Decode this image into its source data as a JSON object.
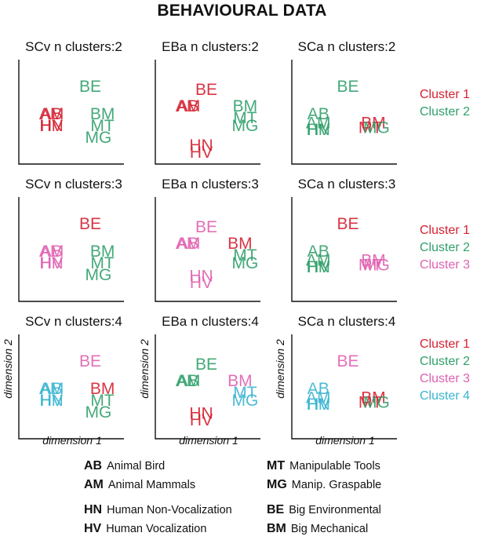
{
  "title": "BEHAVIOURAL DATA",
  "axes": {
    "xlabel": "dimension 1",
    "ylabel": "dimension 2"
  },
  "colors": {
    "red": "#d42030",
    "green": "#30a06a",
    "pink": "#e060b0",
    "cyan": "#38b4d0"
  },
  "legends": [
    {
      "items": [
        {
          "label": "Cluster 1",
          "color": "#d42030"
        },
        {
          "label": "Cluster 2",
          "color": "#30a06a"
        }
      ]
    },
    {
      "items": [
        {
          "label": "Cluster 1",
          "color": "#d42030"
        },
        {
          "label": "Cluster 2",
          "color": "#30a06a"
        },
        {
          "label": "Cluster 3",
          "color": "#e060b0"
        }
      ]
    },
    {
      "items": [
        {
          "label": "Cluster 1",
          "color": "#d42030"
        },
        {
          "label": "Cluster 2",
          "color": "#30a06a"
        },
        {
          "label": "Cluster 3",
          "color": "#e060b0"
        },
        {
          "label": "Cluster 4",
          "color": "#38b4d0"
        }
      ]
    }
  ],
  "key": {
    "left": [
      {
        "code": "AB",
        "name": "Animal Bird"
      },
      {
        "code": "AM",
        "name": "Animal Mammals"
      },
      {
        "code": "HN",
        "name": "Human Non-Vocalization"
      },
      {
        "code": "HV",
        "name": "Human Vocalization"
      }
    ],
    "right": [
      {
        "code": "MT",
        "name": "Manipulable Tools"
      },
      {
        "code": "MG",
        "name": "Manip. Graspable"
      },
      {
        "code": "BE",
        "name": "Big Environmental"
      },
      {
        "code": "BM",
        "name": "Big Mechanical"
      }
    ]
  },
  "chart_data": [
    {
      "type": "scatter",
      "title": "SCv n clusters:2",
      "xlabel": "",
      "ylabel": "",
      "points": [
        {
          "label": "BE",
          "x": 0.7,
          "y": 0.8,
          "cluster": 2
        },
        {
          "label": "AB",
          "x": 0.32,
          "y": 0.52,
          "cluster": 1
        },
        {
          "label": "AM",
          "x": 0.32,
          "y": 0.52,
          "cluster": 1
        },
        {
          "label": "HN",
          "x": 0.32,
          "y": 0.4,
          "cluster": 1
        },
        {
          "label": "HV",
          "x": 0.32,
          "y": 0.4,
          "cluster": 1
        },
        {
          "label": "BM",
          "x": 0.82,
          "y": 0.52,
          "cluster": 2
        },
        {
          "label": "MT",
          "x": 0.82,
          "y": 0.4,
          "cluster": 2
        },
        {
          "label": "MG",
          "x": 0.78,
          "y": 0.28,
          "cluster": 2
        }
      ]
    },
    {
      "type": "scatter",
      "title": "EBa n clusters:2",
      "xlabel": "",
      "ylabel": "",
      "points": [
        {
          "label": "BE",
          "x": 0.5,
          "y": 0.77,
          "cluster": 1
        },
        {
          "label": "AB",
          "x": 0.32,
          "y": 0.6,
          "cluster": 1
        },
        {
          "label": "AM",
          "x": 0.32,
          "y": 0.6,
          "cluster": 1
        },
        {
          "label": "BM",
          "x": 0.88,
          "y": 0.6,
          "cluster": 2
        },
        {
          "label": "MT",
          "x": 0.88,
          "y": 0.48,
          "cluster": 2
        },
        {
          "label": "MG",
          "x": 0.88,
          "y": 0.4,
          "cluster": 2
        },
        {
          "label": "HN",
          "x": 0.45,
          "y": 0.2,
          "cluster": 1
        },
        {
          "label": "HV",
          "x": 0.45,
          "y": 0.13,
          "cluster": 1
        }
      ]
    },
    {
      "type": "scatter",
      "title": "SCa n clusters:2",
      "xlabel": "",
      "ylabel": "",
      "points": [
        {
          "label": "BE",
          "x": 0.55,
          "y": 0.8,
          "cluster": 2
        },
        {
          "label": "AB",
          "x": 0.26,
          "y": 0.52,
          "cluster": 2
        },
        {
          "label": "AM",
          "x": 0.26,
          "y": 0.43,
          "cluster": 2
        },
        {
          "label": "HN",
          "x": 0.26,
          "y": 0.36,
          "cluster": 2
        },
        {
          "label": "HV",
          "x": 0.26,
          "y": 0.36,
          "cluster": 2
        },
        {
          "label": "BM",
          "x": 0.8,
          "y": 0.43,
          "cluster": 1
        },
        {
          "label": "MT",
          "x": 0.77,
          "y": 0.38,
          "cluster": 1
        },
        {
          "label": "MG",
          "x": 0.83,
          "y": 0.38,
          "cluster": 2
        }
      ]
    },
    {
      "type": "scatter",
      "title": "SCv n clusters:3",
      "xlabel": "",
      "ylabel": "",
      "points": [
        {
          "label": "BE",
          "x": 0.7,
          "y": 0.8,
          "cluster": 1
        },
        {
          "label": "AB",
          "x": 0.32,
          "y": 0.52,
          "cluster": 3
        },
        {
          "label": "AM",
          "x": 0.32,
          "y": 0.52,
          "cluster": 3
        },
        {
          "label": "HN",
          "x": 0.32,
          "y": 0.4,
          "cluster": 3
        },
        {
          "label": "HV",
          "x": 0.32,
          "y": 0.4,
          "cluster": 3
        },
        {
          "label": "BM",
          "x": 0.82,
          "y": 0.52,
          "cluster": 2
        },
        {
          "label": "MT",
          "x": 0.82,
          "y": 0.4,
          "cluster": 2
        },
        {
          "label": "MG",
          "x": 0.78,
          "y": 0.28,
          "cluster": 2
        }
      ]
    },
    {
      "type": "scatter",
      "title": "EBa n clusters:3",
      "xlabel": "",
      "ylabel": "",
      "points": [
        {
          "label": "BE",
          "x": 0.5,
          "y": 0.77,
          "cluster": 3
        },
        {
          "label": "AB",
          "x": 0.32,
          "y": 0.6,
          "cluster": 3
        },
        {
          "label": "AM",
          "x": 0.32,
          "y": 0.6,
          "cluster": 3
        },
        {
          "label": "BM",
          "x": 0.83,
          "y": 0.6,
          "cluster": 1
        },
        {
          "label": "MT",
          "x": 0.88,
          "y": 0.48,
          "cluster": 2
        },
        {
          "label": "MG",
          "x": 0.88,
          "y": 0.4,
          "cluster": 2
        },
        {
          "label": "HN",
          "x": 0.45,
          "y": 0.27,
          "cluster": 3
        },
        {
          "label": "HV",
          "x": 0.45,
          "y": 0.2,
          "cluster": 3
        }
      ]
    },
    {
      "type": "scatter",
      "title": "SCa n clusters:3",
      "xlabel": "",
      "ylabel": "",
      "points": [
        {
          "label": "BE",
          "x": 0.55,
          "y": 0.8,
          "cluster": 1
        },
        {
          "label": "AB",
          "x": 0.26,
          "y": 0.52,
          "cluster": 2
        },
        {
          "label": "AM",
          "x": 0.26,
          "y": 0.43,
          "cluster": 2
        },
        {
          "label": "HN",
          "x": 0.26,
          "y": 0.36,
          "cluster": 2
        },
        {
          "label": "HV",
          "x": 0.26,
          "y": 0.36,
          "cluster": 2
        },
        {
          "label": "BM",
          "x": 0.8,
          "y": 0.43,
          "cluster": 3
        },
        {
          "label": "MT",
          "x": 0.77,
          "y": 0.38,
          "cluster": 3
        },
        {
          "label": "MG",
          "x": 0.83,
          "y": 0.38,
          "cluster": 3
        }
      ]
    },
    {
      "type": "scatter",
      "title": "SCv n clusters:4",
      "xlabel": "",
      "ylabel": "",
      "points": [
        {
          "label": "BE",
          "x": 0.7,
          "y": 0.8,
          "cluster": 3
        },
        {
          "label": "AB",
          "x": 0.32,
          "y": 0.52,
          "cluster": 4
        },
        {
          "label": "AM",
          "x": 0.32,
          "y": 0.52,
          "cluster": 4
        },
        {
          "label": "HN",
          "x": 0.32,
          "y": 0.4,
          "cluster": 4
        },
        {
          "label": "HV",
          "x": 0.32,
          "y": 0.4,
          "cluster": 4
        },
        {
          "label": "BM",
          "x": 0.82,
          "y": 0.52,
          "cluster": 1
        },
        {
          "label": "MT",
          "x": 0.82,
          "y": 0.4,
          "cluster": 2
        },
        {
          "label": "MG",
          "x": 0.78,
          "y": 0.28,
          "cluster": 2
        }
      ]
    },
    {
      "type": "scatter",
      "title": "EBa n clusters:4",
      "xlabel": "",
      "ylabel": "",
      "points": [
        {
          "label": "BE",
          "x": 0.5,
          "y": 0.77,
          "cluster": 2
        },
        {
          "label": "AB",
          "x": 0.32,
          "y": 0.6,
          "cluster": 2
        },
        {
          "label": "AM",
          "x": 0.32,
          "y": 0.6,
          "cluster": 2
        },
        {
          "label": "BM",
          "x": 0.83,
          "y": 0.6,
          "cluster": 3
        },
        {
          "label": "MT",
          "x": 0.88,
          "y": 0.48,
          "cluster": 4
        },
        {
          "label": "MG",
          "x": 0.88,
          "y": 0.4,
          "cluster": 4
        },
        {
          "label": "HN",
          "x": 0.45,
          "y": 0.27,
          "cluster": 1
        },
        {
          "label": "HV",
          "x": 0.45,
          "y": 0.2,
          "cluster": 1
        }
      ]
    },
    {
      "type": "scatter",
      "title": "SCa n clusters:4",
      "xlabel": "",
      "ylabel": "",
      "points": [
        {
          "label": "BE",
          "x": 0.55,
          "y": 0.8,
          "cluster": 3
        },
        {
          "label": "AB",
          "x": 0.26,
          "y": 0.52,
          "cluster": 4
        },
        {
          "label": "AM",
          "x": 0.26,
          "y": 0.43,
          "cluster": 4
        },
        {
          "label": "HN",
          "x": 0.26,
          "y": 0.36,
          "cluster": 4
        },
        {
          "label": "HV",
          "x": 0.26,
          "y": 0.36,
          "cluster": 4
        },
        {
          "label": "BM",
          "x": 0.8,
          "y": 0.43,
          "cluster": 1
        },
        {
          "label": "MT",
          "x": 0.77,
          "y": 0.38,
          "cluster": 1
        },
        {
          "label": "MG",
          "x": 0.83,
          "y": 0.38,
          "cluster": 2
        }
      ]
    }
  ]
}
